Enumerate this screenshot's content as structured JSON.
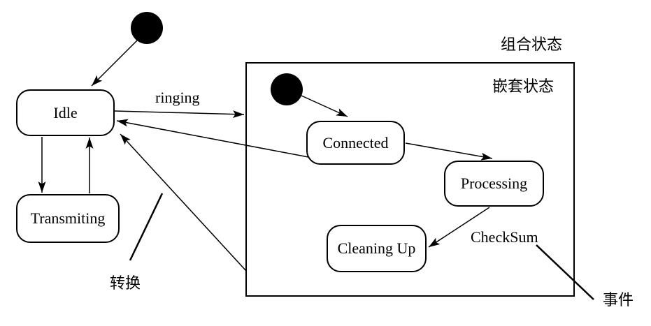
{
  "diagram": {
    "type": "uml-state-diagram",
    "states": {
      "idle": "Idle",
      "transmiting": "Transmiting",
      "connected": "Connected",
      "processing": "Processing",
      "cleaning_up": "Cleaning Up"
    },
    "labels": {
      "ringing": "ringing",
      "checksum": "CheckSum",
      "composite_state": "组合状态",
      "nested_state": "嵌套状态",
      "transition": "转换",
      "event": "事件"
    },
    "transitions": [
      {
        "from": "initial",
        "to": "Idle",
        "label": ""
      },
      {
        "from": "Idle",
        "to": "Transmiting",
        "label": ""
      },
      {
        "from": "Transmiting",
        "to": "Idle",
        "label": ""
      },
      {
        "from": "Idle",
        "to": "composite-state",
        "label": "ringing"
      },
      {
        "from": "Connected",
        "to": "Idle",
        "label": ""
      },
      {
        "from": "composite-state",
        "to": "Idle",
        "label": ""
      },
      {
        "from": "nested-initial",
        "to": "Connected",
        "label": ""
      },
      {
        "from": "Connected",
        "to": "Processing",
        "label": ""
      },
      {
        "from": "Processing",
        "to": "Cleaning Up",
        "label": "CheckSum"
      }
    ],
    "colors": {
      "line": "#000000",
      "background": "#ffffff",
      "state_fill": "#ffffff"
    }
  }
}
